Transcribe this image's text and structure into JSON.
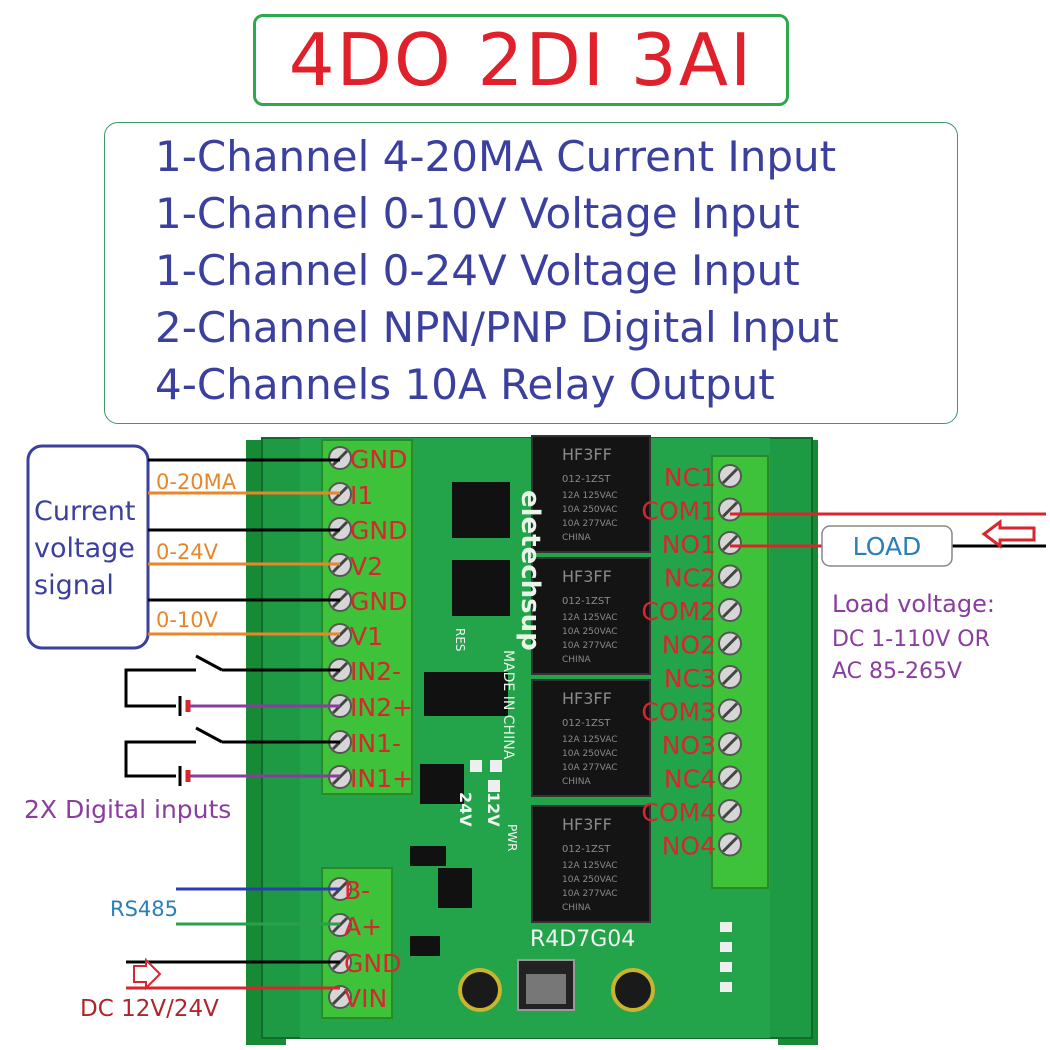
{
  "title": "4DO 2DI 3AI",
  "features": [
    "1-Channel 4-20MA Current Input",
    "1-Channel 0-10V Voltage Input",
    "1-Channel 0-24V Voltage Input",
    "2-Channel NPN/PNP Digital Input",
    "4-Channels 10A Relay Output"
  ],
  "signal_box": {
    "line1": "Current",
    "line2": "voltage",
    "line3": "signal"
  },
  "analog_labels": [
    "0-20MA",
    "0-24V",
    "0-10V"
  ],
  "left_terminals": [
    "GND",
    "I1",
    "GND",
    "V2",
    "GND",
    "V1",
    "IN2-",
    "IN2+",
    "IN1-",
    "IN1+"
  ],
  "bottom_terminals": [
    "B-",
    "A+",
    "GND",
    "VIN"
  ],
  "right_terminals": [
    "NC1",
    "COM1",
    "NO1",
    "NC2",
    "COM2",
    "NO2",
    "NC3",
    "COM3",
    "NO3",
    "NC4",
    "COM4",
    "NO4"
  ],
  "digital_inputs_label": "2X Digital inputs",
  "rs485_label": "RS485",
  "power_label": "DC 12V/24V",
  "load_label": "LOAD",
  "load_voltage": {
    "line1": "Load voltage:",
    "line2": "DC 1-110V OR",
    "line3": "AC 85-265V"
  },
  "board": {
    "brand": "eletechsup",
    "made_in": "MADE IN CHINA",
    "model": "R4D7G04",
    "relay_top": "HF3FF",
    "relay_model": "012-1ZST",
    "relay_rating1": "12A 125VAC",
    "relay_rating2": "10A 250VAC",
    "relay_rating3": "10A 277VAC",
    "relay_origin": "CHINA",
    "v24": "24V",
    "v12": "12V",
    "pwr": "PWR",
    "res": "RES"
  },
  "colors": {
    "title_red": "#e0202a",
    "feature_blue": "#3b3f9e",
    "box_green": "#2ea84a",
    "board_green": "#1b8a3a",
    "terminal_green": "#3ec23a",
    "label_red": "#d9262e",
    "orange": "#e8862a",
    "purple": "#8a3d9e",
    "rs485_blue": "#2a7fb8",
    "wire_blue": "#2a3db0",
    "wire_green": "#2aa04a"
  }
}
